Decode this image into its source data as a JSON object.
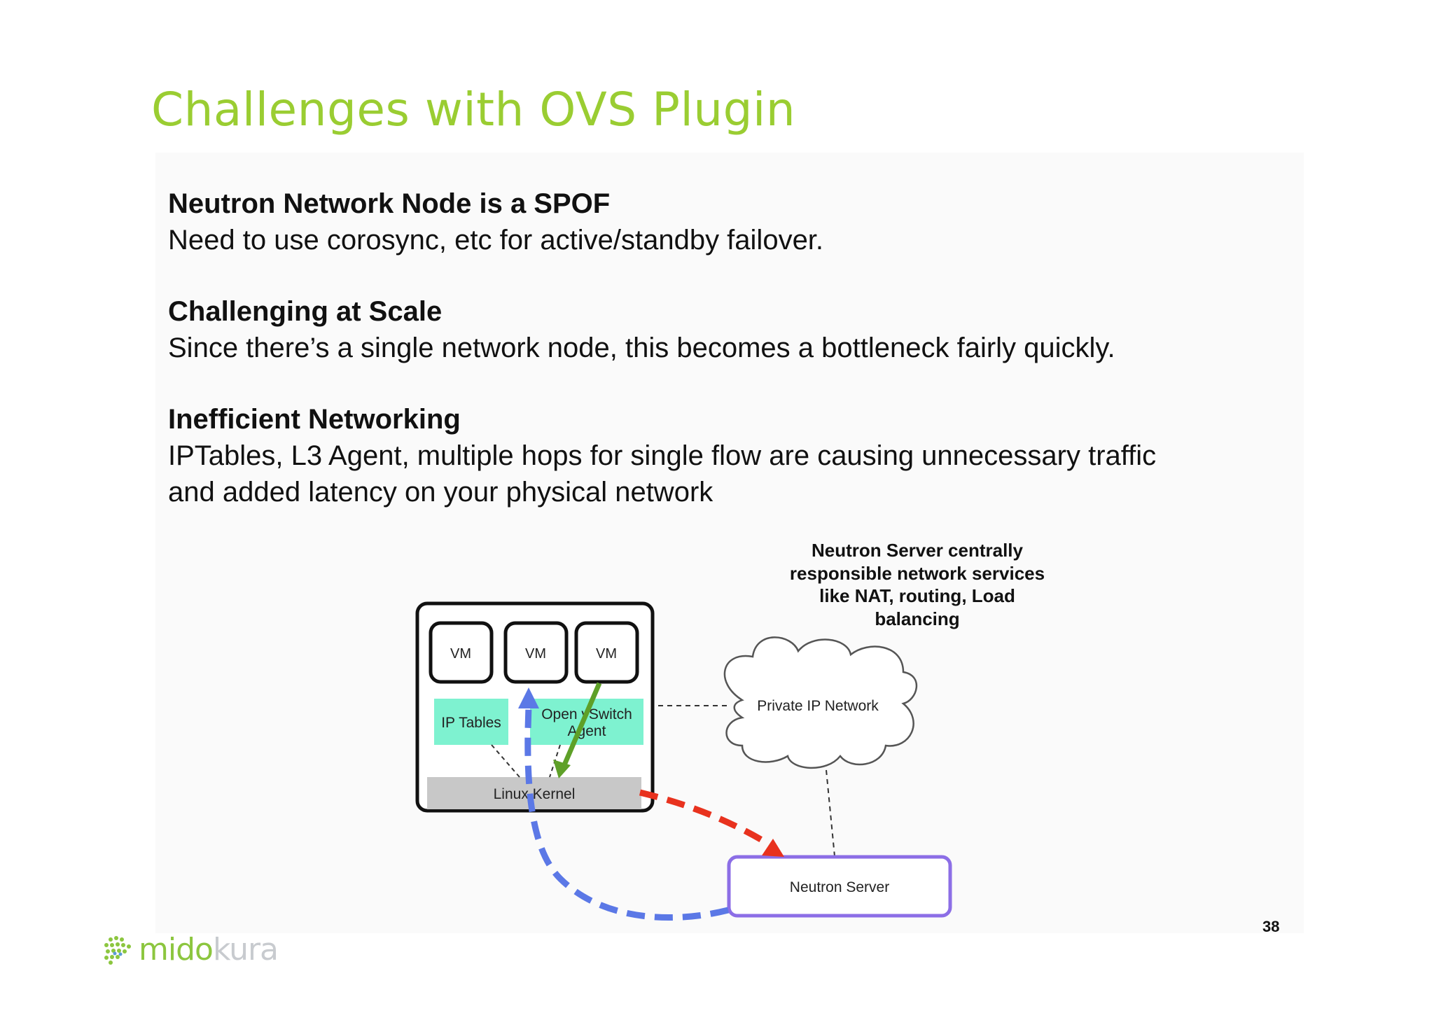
{
  "slide": {
    "title": "Challenges with OVS Plugin",
    "page_number": "38"
  },
  "bullets": [
    {
      "heading": "Neutron Network Node is a SPOF",
      "body": [
        "Need to use corosync, etc for active/standby failover."
      ]
    },
    {
      "heading": "Challenging at Scale",
      "body": [
        "Since there’s a single network node, this becomes a bottleneck fairly quickly."
      ]
    },
    {
      "heading": "Inefficient Networking",
      "body": [
        "IPTables, L3 Agent, multiple hops for single flow are causing unnecessary traffic",
        "and added latency on your physical network"
      ]
    }
  ],
  "diagram": {
    "caption": [
      "Neutron Server centrally",
      "responsible network services",
      "like NAT, routing, Load",
      "balancing"
    ],
    "vm_label": "VM",
    "ip_tables": "IP Tables",
    "ovs_agent": [
      "Open vSwitch",
      "Agent"
    ],
    "linux_kernel": "Linux Kernel",
    "private_network": "Private IP Network",
    "neutron_server": "Neutron Server"
  },
  "logo": {
    "part1": "mido",
    "part2": "kura"
  },
  "colors": {
    "title": "#9acd32",
    "ovs_box": "#7ef2d0",
    "kernel": "#c8c8c8",
    "neutron_border": "#8c6ee6",
    "arrow_blue": "#5b78e6",
    "arrow_red": "#e8321e",
    "arrow_green": "#5ea028",
    "logo_green": "#8cc63f",
    "logo_gray": "#c8cbcf"
  }
}
